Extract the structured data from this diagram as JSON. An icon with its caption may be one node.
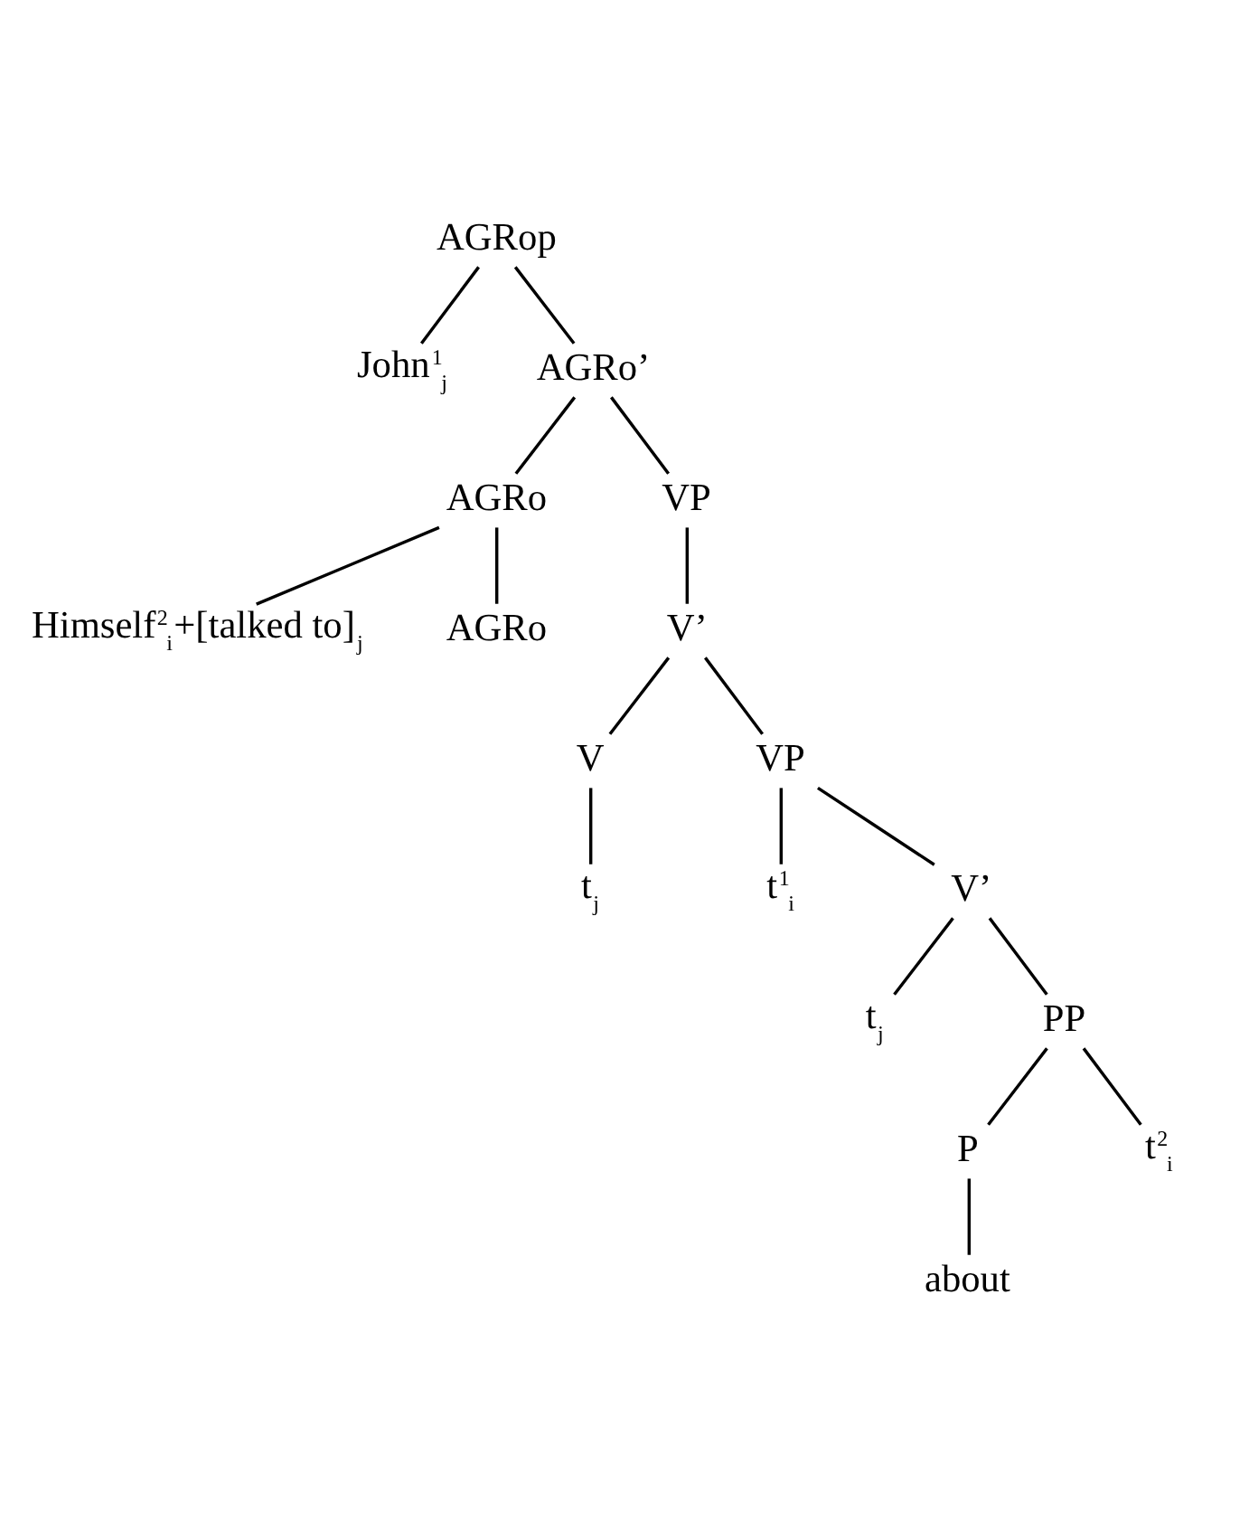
{
  "diagram": {
    "nodes": [
      {
        "text": [
          "AGRop"
        ]
      },
      {
        "text": [
          "John$^{1}$$_{j}$"
        ]
      },
      {
        "text": [
          "AGRo’"
        ]
      },
      {
        "text": [
          "AGRo"
        ]
      },
      {
        "text": [
          "VP"
        ]
      },
      {
        "text": [
          "Himself$^{2}$$_{i}$+[talked to]$_{j}$"
        ]
      },
      {
        "text": [
          "AGRo"
        ]
      },
      {
        "text": [
          "V’"
        ]
      },
      {
        "text": [
          "V"
        ]
      },
      {
        "text": [
          "VP"
        ]
      },
      {
        "text": [
          "t$_{j}$"
        ]
      },
      {
        "text": [
          "t$^{1}$$_{i}$"
        ]
      },
      {
        "text": [
          "V’"
        ]
      },
      {
        "text": [
          "t$_{j}$"
        ]
      },
      {
        "text": [
          "PP"
        ]
      },
      {
        "text": [
          "P"
        ]
      },
      {
        "text": [
          "t$^{2}$$_{i}$"
        ]
      },
      {
        "text": [
          "about"
        ]
      }
    ],
    "edges": [
      {
        "from": 0,
        "to": 1,
        "arrow": "none"
      },
      {
        "from": 0,
        "to": 2,
        "arrow": "none"
      },
      {
        "from": 2,
        "to": 3,
        "arrow": "none"
      },
      {
        "from": 2,
        "to": 4,
        "arrow": "none"
      },
      {
        "from": 3,
        "to": 5,
        "arrow": "none"
      },
      {
        "from": 3,
        "to": 6,
        "arrow": "none"
      },
      {
        "from": 4,
        "to": 7,
        "arrow": "none"
      },
      {
        "from": 7,
        "to": 8,
        "arrow": "none"
      },
      {
        "from": 7,
        "to": 9,
        "arrow": "none"
      },
      {
        "from": 8,
        "to": 10,
        "arrow": "none"
      },
      {
        "from": 9,
        "to": 11,
        "arrow": "none"
      },
      {
        "from": 9,
        "to": 12,
        "arrow": "none"
      },
      {
        "from": 12,
        "to": 13,
        "arrow": "none"
      },
      {
        "from": 12,
        "to": 14,
        "arrow": "none"
      },
      {
        "from": 14,
        "to": 15,
        "arrow": "none"
      },
      {
        "from": 14,
        "to": 16,
        "arrow": "none"
      },
      {
        "from": 15,
        "to": 17,
        "arrow": "none"
      }
    ]
  }
}
